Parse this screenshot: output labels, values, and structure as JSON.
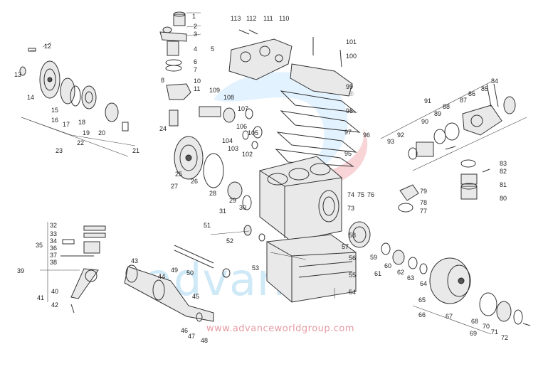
{
  "diagram": {
    "labels": [
      "1",
      "2",
      "3",
      "4",
      "5",
      "6",
      "7",
      "8",
      "10",
      "11",
      "12",
      "13",
      "14",
      "15",
      "16",
      "17",
      "18",
      "19",
      "20",
      "21",
      "22",
      "23",
      "24",
      "25",
      "26",
      "27",
      "28",
      "29",
      "30",
      "31",
      "32",
      "33",
      "34",
      "35",
      "36",
      "37",
      "38",
      "39",
      "40",
      "41",
      "42",
      "43",
      "44",
      "45",
      "46",
      "47",
      "48",
      "49",
      "50",
      "51",
      "52",
      "53",
      "54",
      "55",
      "56",
      "57",
      "58",
      "59",
      "60",
      "61",
      "62",
      "63",
      "64",
      "65",
      "66",
      "67",
      "68",
      "69",
      "70",
      "71",
      "72",
      "73",
      "74",
      "75",
      "76",
      "77",
      "78",
      "79",
      "80",
      "81",
      "82",
      "83",
      "84",
      "85",
      "86",
      "87",
      "88",
      "89",
      "90",
      "91",
      "92",
      "93",
      "95",
      "96",
      "97",
      "98",
      "99",
      "100",
      "101",
      "102",
      "103",
      "104",
      "105",
      "106",
      "107",
      "108",
      "109",
      "110",
      "111",
      "112",
      "113"
    ]
  },
  "watermark": {
    "brand_text": "advance",
    "url": "www.advanceworldgroup.com",
    "registered_mark": "®"
  },
  "colors": {
    "watermark_blue": "#cfe9f7",
    "watermark_red": "#e59aa2",
    "line": "#333333"
  }
}
